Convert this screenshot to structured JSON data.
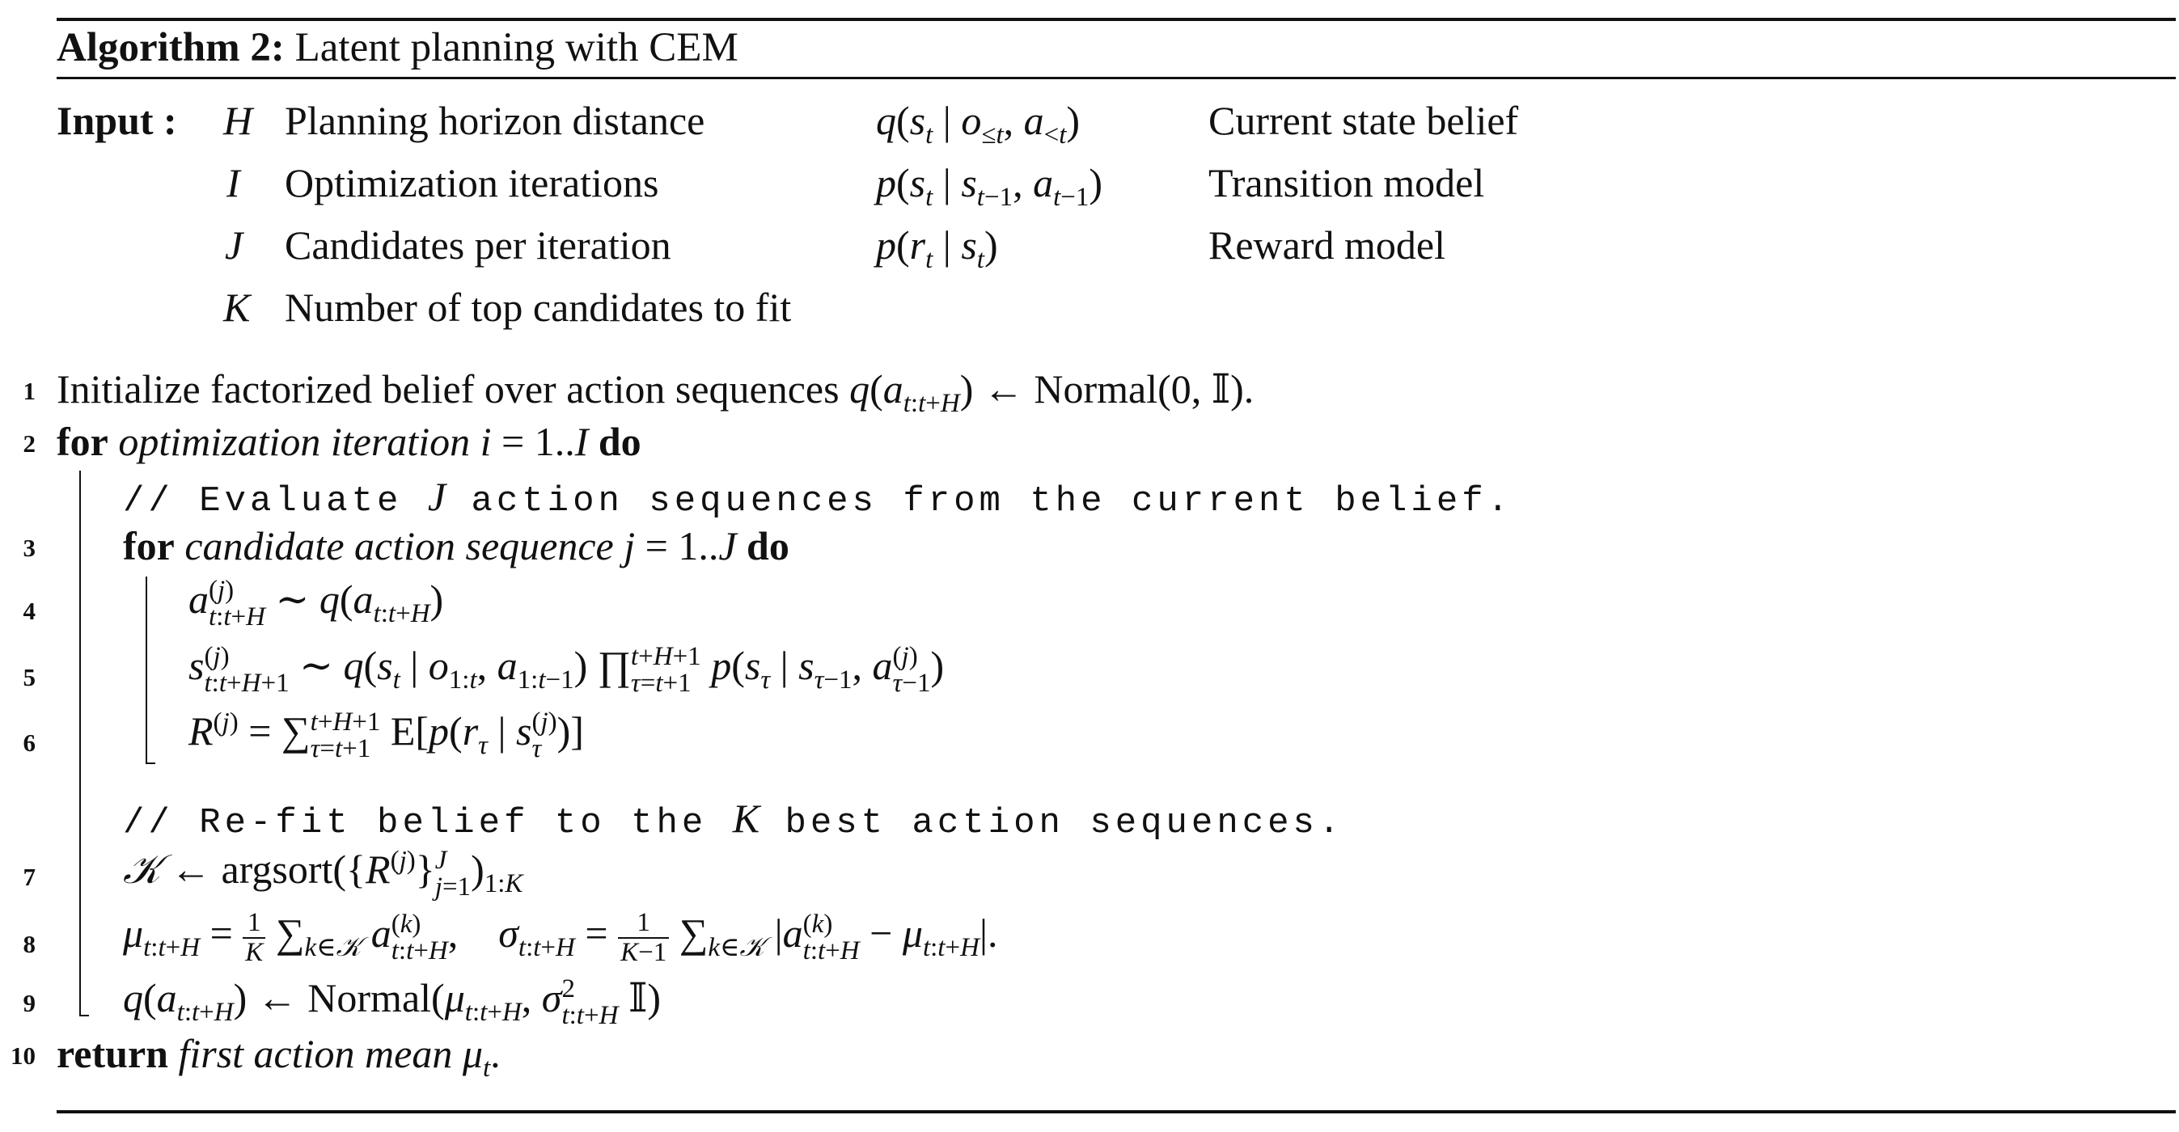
{
  "algorithm": {
    "title_bold": "Algorithm 2:",
    "title_text": " Latent planning with CEM"
  },
  "inputs": {
    "label": "Input :",
    "params": [
      {
        "symbol": "H",
        "description": "Planning horizon distance"
      },
      {
        "symbol": "I",
        "description": "Optimization iterations"
      },
      {
        "symbol": "J",
        "description": "Candidates per iteration"
      },
      {
        "symbol": "K",
        "description": "Number of top candidates to fit"
      }
    ],
    "models": [
      {
        "expression": "q(s_t | o_{≤t}, a_{<t})",
        "description": "Current state belief"
      },
      {
        "expression": "p(s_t | s_{t−1}, a_{t−1})",
        "description": "Transition model"
      },
      {
        "expression": "p(r_t | s_t)",
        "description": "Reward model"
      }
    ]
  },
  "lines": {
    "n1": "1",
    "n2": "2",
    "n3": "3",
    "n4": "4",
    "n5": "5",
    "n6": "6",
    "n7": "7",
    "n8": "8",
    "n9": "9",
    "n10": "10",
    "l1_text": "Initialize factorized belief over action sequences ",
    "l2_for": "for",
    "l2_cond": "optimization iteration",
    "l2_do": "do",
    "comment1_pre": "// Evaluate ",
    "comment1_sym": "J",
    "comment1_post": " action sequences from the current belief.",
    "l3_for": "for",
    "l3_cond": "candidate action sequence",
    "l3_do": "do",
    "comment2_pre": "// Re-fit belief to the ",
    "comment2_sym": "K",
    "comment2_post": " best action sequences.",
    "l10_return": "return",
    "l10_text": "first action mean"
  }
}
